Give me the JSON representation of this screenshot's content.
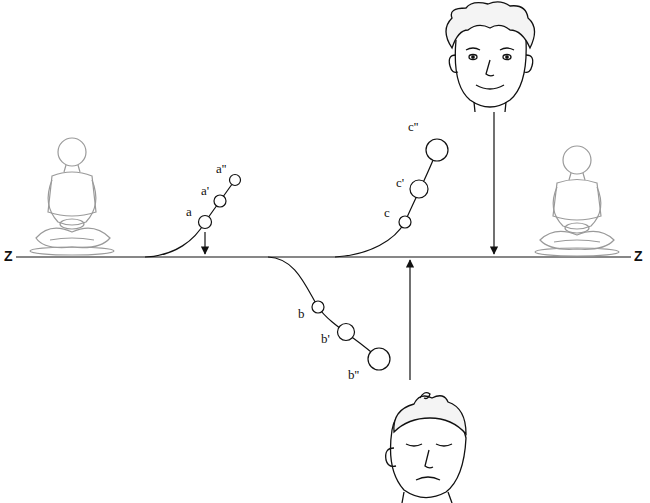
{
  "diagram": {
    "labels": [
      "Z",
      "a''",
      "a'",
      "a",
      "c''",
      "c'",
      "c",
      "Z",
      "b",
      "b'",
      "b''"
    ]
  }
}
